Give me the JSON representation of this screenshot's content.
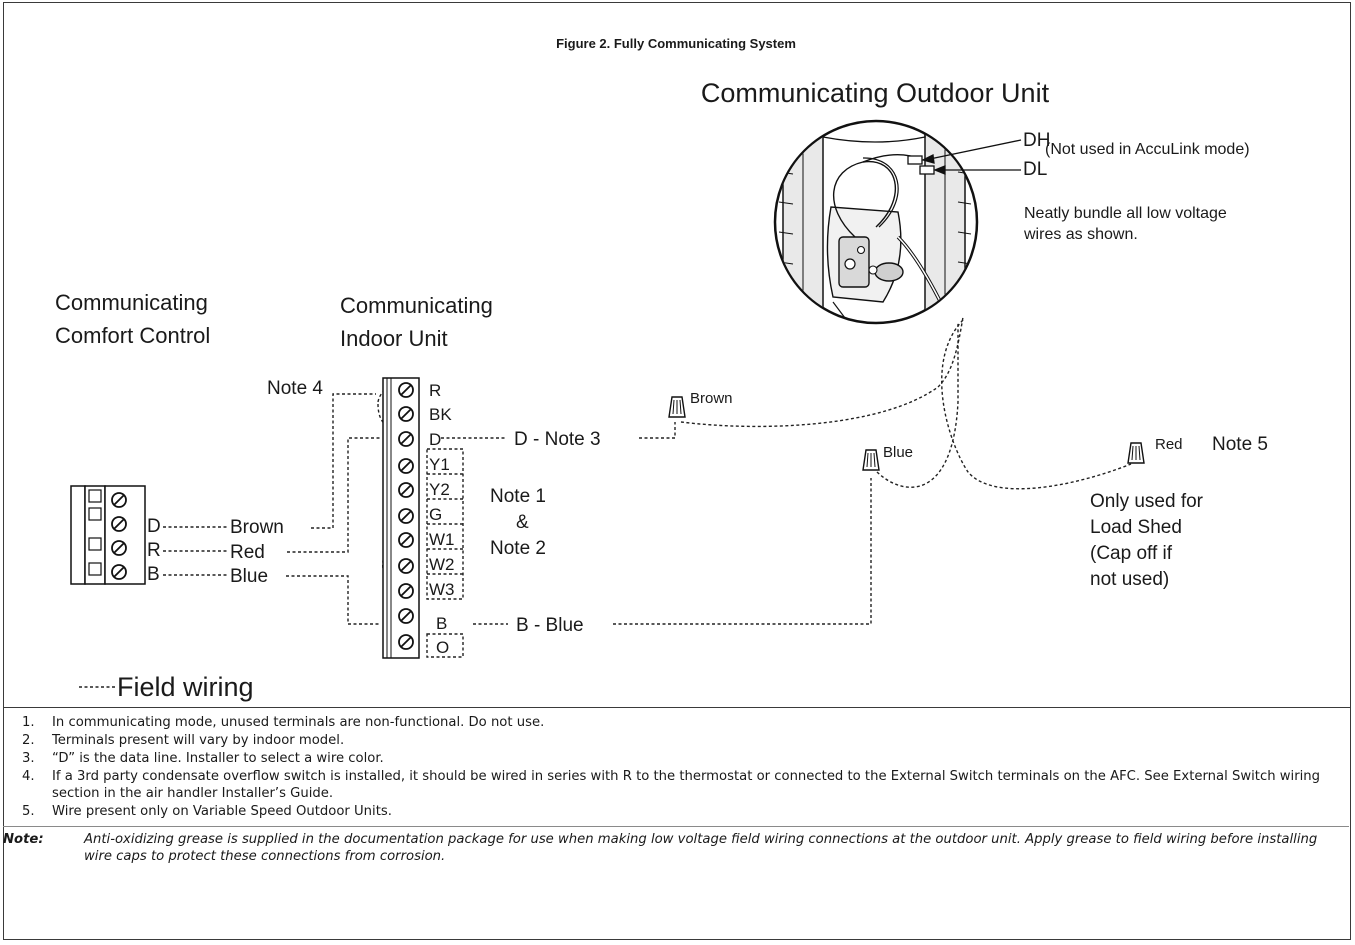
{
  "figure_title": "Figure 2.    Fully Communicating System",
  "outdoor": {
    "title": "Communicating Outdoor Unit",
    "dh": "DH",
    "dh_note": "(Not used in AccuLink mode)",
    "dl": "DL",
    "bundle_note_1": "Neatly bundle all low voltage",
    "bundle_note_2": "wires as shown."
  },
  "comfort_control": {
    "title_1": "Communicating",
    "title_2": "Comfort Control",
    "terminals": [
      "D",
      "R",
      "B"
    ],
    "wires": [
      "Brown",
      "Red",
      "Blue"
    ]
  },
  "indoor": {
    "title_1": "Communicating",
    "title_2": "Indoor Unit",
    "terminals": [
      "R",
      "BK",
      "D",
      "Y1",
      "Y2",
      "G",
      "W1",
      "W2",
      "W3",
      "B",
      "O"
    ],
    "note4": "Note 4",
    "note12_1": "Note 1",
    "note12_2": "&",
    "note12_3": "Note 2",
    "d_label": "D - Note 3",
    "b_label": "B - Blue"
  },
  "caps": {
    "brown": "Brown",
    "blue": "Blue",
    "red": "Red",
    "note5": "Note 5",
    "load_shed": [
      "Only used for",
      "Load Shed",
      "(Cap off if",
      "not used)"
    ]
  },
  "legend": {
    "field_wiring": "Field wiring"
  },
  "notes": [
    {
      "num": "1.",
      "text": "In communicating mode, unused terminals are non-functional. Do not use."
    },
    {
      "num": "2.",
      "text": "Terminals present will vary by indoor model."
    },
    {
      "num": "3.",
      "text": "“D” is the data line. Installer to select a wire color."
    },
    {
      "num": "4.",
      "text": "If a 3rd party condensate overflow switch is installed, it should be wired in series with R to the thermostat or connected to the External Switch terminals on the AFC. See External Switch wiring section in the air handler Installer’s Guide."
    },
    {
      "num": "5.",
      "text": "Wire present only on Variable Speed Outdoor Units."
    }
  ],
  "note_label": "Note:",
  "note_text": "Anti-oxidizing grease is supplied in the documentation package for use when making low voltage field wiring connections at the outdoor unit. Apply grease to field wiring before installing wire caps to protect these connections from corrosion."
}
